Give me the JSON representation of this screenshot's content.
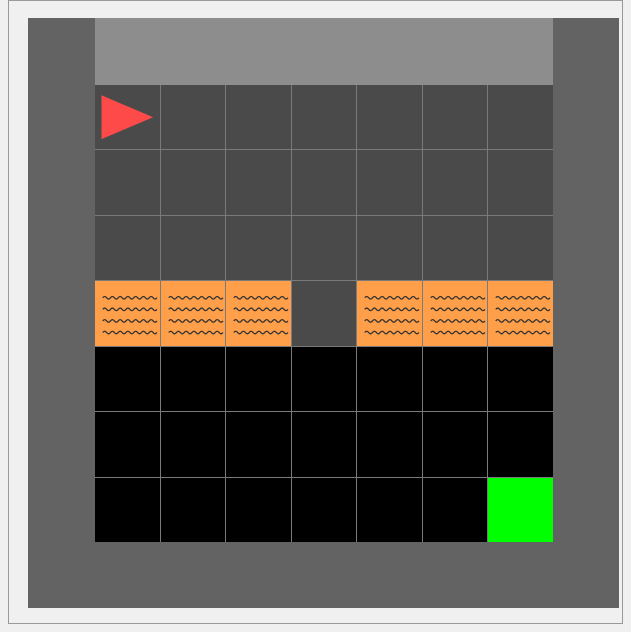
{
  "game": {
    "title": "",
    "grid": {
      "rows": 7,
      "cols": 7,
      "cells": [
        [
          "floor",
          "floor",
          "floor",
          "floor",
          "floor",
          "floor",
          "floor"
        ],
        [
          "floor",
          "floor",
          "floor",
          "floor",
          "floor",
          "floor",
          "floor"
        ],
        [
          "floor",
          "floor",
          "floor",
          "floor",
          "floor",
          "floor",
          "floor"
        ],
        [
          "lava",
          "lava",
          "lava",
          "floor",
          "lava",
          "lava",
          "lava"
        ],
        [
          "unseen",
          "unseen",
          "unseen",
          "unseen",
          "unseen",
          "unseen",
          "unseen"
        ],
        [
          "unseen",
          "unseen",
          "unseen",
          "unseen",
          "unseen",
          "unseen",
          "unseen"
        ],
        [
          "unseen",
          "unseen",
          "unseen",
          "unseen",
          "unseen",
          "unseen",
          "goal"
        ]
      ]
    },
    "agent": {
      "row": 0,
      "col": 0,
      "direction": "right",
      "icon": "triangle-right-icon"
    },
    "colors": {
      "floor": "#4a4a4a",
      "lava": "#ff9f49",
      "lava_wave": "#333333",
      "unseen": "#000000",
      "goal": "#00ff00",
      "agent": "#ff4a4a",
      "wall": "#636363",
      "top_band": "#8d8d8d",
      "grid_line": "#7a7a7a"
    }
  }
}
